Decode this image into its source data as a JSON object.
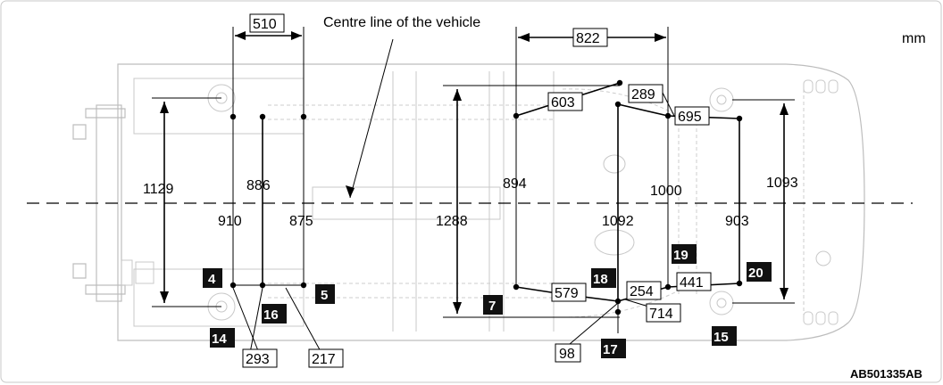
{
  "unit": "mm",
  "figure_code": "AB501335AB",
  "centre_line_label": "Centre line of the vehicle",
  "dimensions": {
    "d510": "510",
    "d822": "822",
    "d603": "603",
    "d289": "289",
    "d695": "695",
    "d1129": "1129",
    "d886": "886",
    "d910": "910",
    "d875": "875",
    "d894": "894",
    "d1288": "1288",
    "d1000": "1000",
    "d1092": "1092",
    "d1093": "1093",
    "d903": "903",
    "d579": "579",
    "d254": "254",
    "d441": "441",
    "d714": "714",
    "d98": "98",
    "d293": "293",
    "d217": "217"
  },
  "points": {
    "p4": "4",
    "p5": "5",
    "p7": "7",
    "p14": "14",
    "p15": "15",
    "p16": "16",
    "p17": "17",
    "p18": "18",
    "p19": "19",
    "p20": "20"
  }
}
